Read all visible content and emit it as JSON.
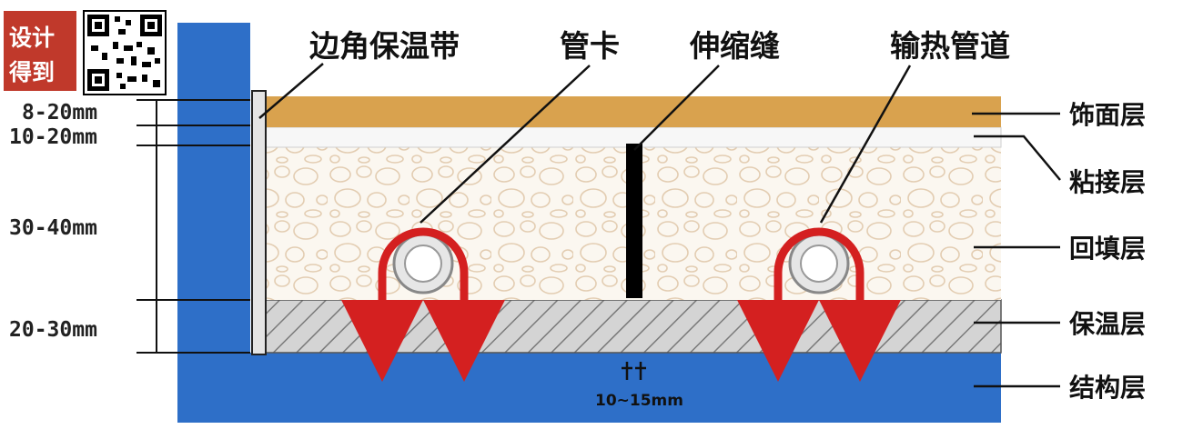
{
  "logo": {
    "line1": "设计",
    "line2": "得到"
  },
  "top_labels": {
    "edge_strip": "边角保温带",
    "pipe_clip": "管卡",
    "expansion_joint": "伸缩缝",
    "heat_pipe": "输热管道"
  },
  "layer_labels": {
    "finish": "饰面层",
    "bonding": "粘接层",
    "backfill": "回填层",
    "insulation": "保温层",
    "structure": "结构层"
  },
  "dimensions": {
    "finish": "8-20mm",
    "bonding": "10-20mm",
    "backfill": "30-40mm",
    "insulation": "20-30mm",
    "gap": "10~15mm"
  },
  "colors": {
    "concrete": "#2e6fc8",
    "wood": "#d9a24e",
    "insulation": "#cfcfcf",
    "arrow": "#d42020",
    "joint": "#000000"
  }
}
